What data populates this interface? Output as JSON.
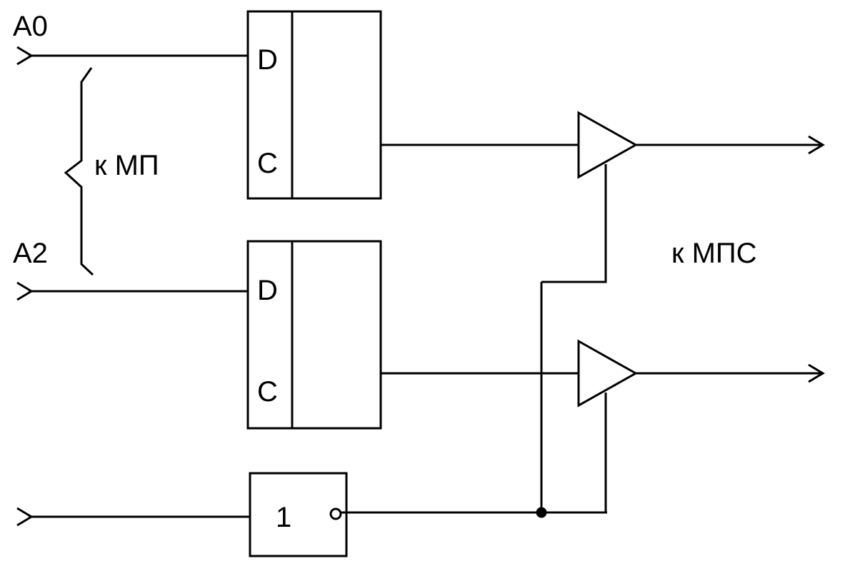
{
  "labels": {
    "input_a0": "A0",
    "input_a2": "A2",
    "to_mp": "к МП",
    "to_mps": "к МПС"
  },
  "latch_top": {
    "d_pin": "D",
    "c_pin": "C"
  },
  "latch_bottom": {
    "d_pin": "D",
    "c_pin": "C"
  },
  "inverter": {
    "symbol": "1"
  },
  "colors": {
    "line": "#000000",
    "background": "#ffffff"
  }
}
